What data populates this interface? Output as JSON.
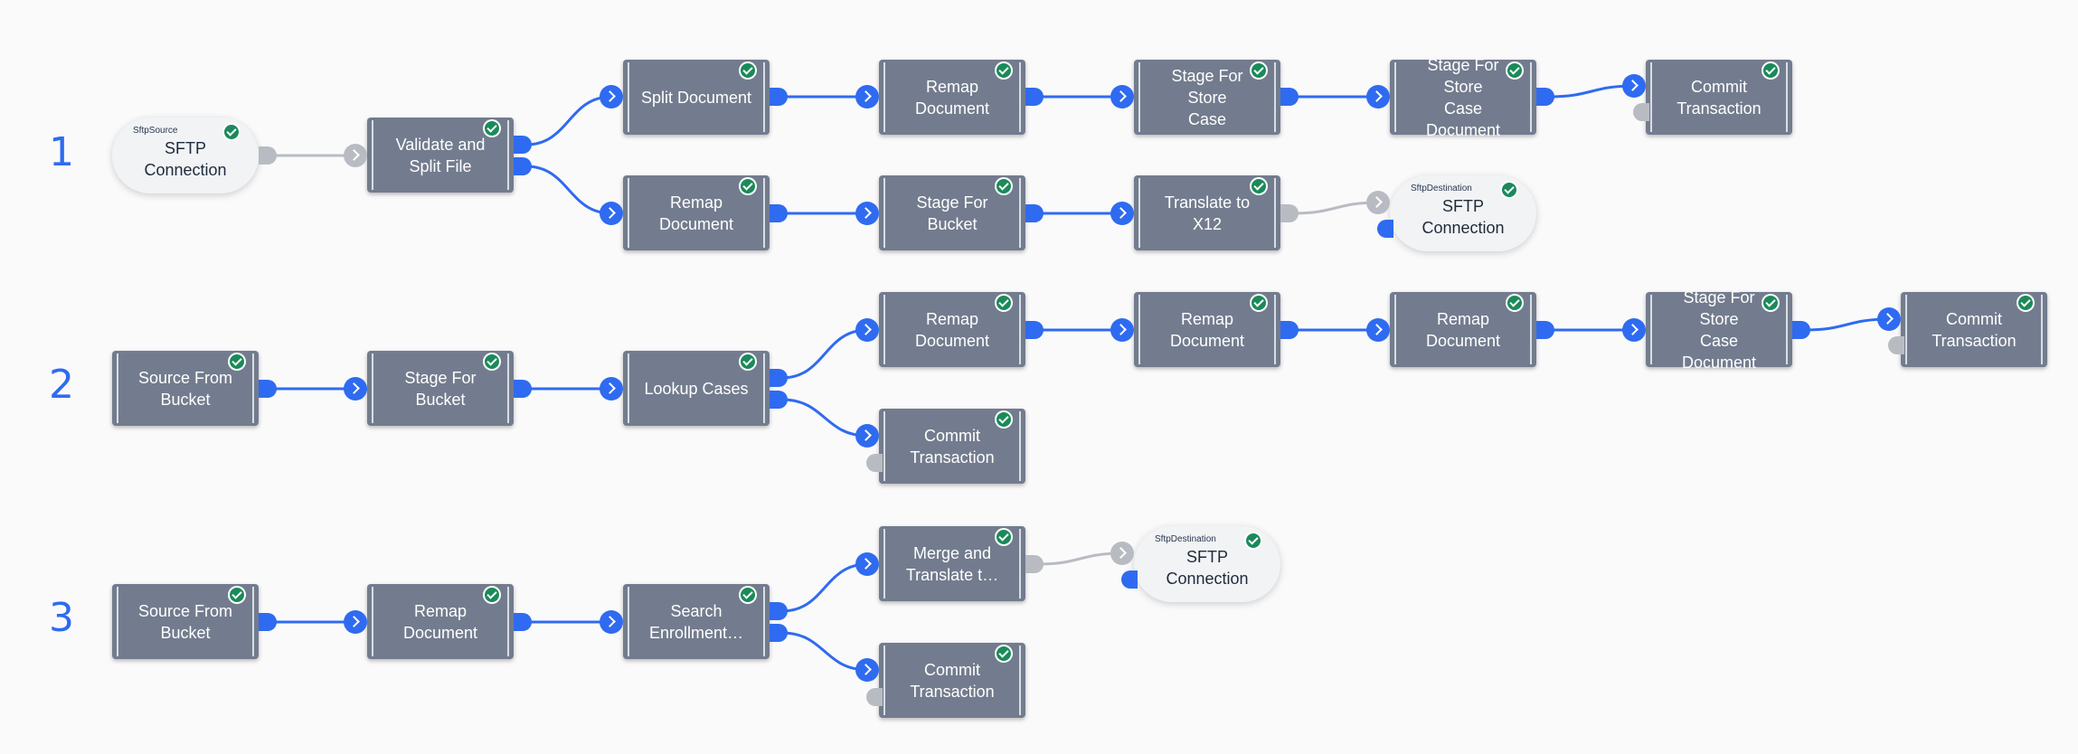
{
  "rows": [
    {
      "label": "1"
    },
    {
      "label": "2"
    },
    {
      "label": "3"
    }
  ],
  "nodes": {
    "r1_sftp_source": {
      "label": "SFTP\nConnection",
      "sub": "SftpSource"
    },
    "r1_validate": {
      "label": "Validate and\nSplit File"
    },
    "r1_split": {
      "label": "Split Document"
    },
    "r1_remap_a": {
      "label": "Remap\nDocument"
    },
    "r1_stage_store_case": {
      "label": "Stage For Store\nCase"
    },
    "r1_stage_store_case_doc": {
      "label": "Stage For Store\nCase Document"
    },
    "r1_commit": {
      "label": "Commit\nTransaction"
    },
    "r1_remap_b": {
      "label": "Remap\nDocument"
    },
    "r1_stage_bucket": {
      "label": "Stage For\nBucket"
    },
    "r1_translate": {
      "label": "Translate to\nX12"
    },
    "r1_sftp_dest": {
      "label": "SFTP\nConnection",
      "sub": "SftpDestination"
    },
    "r2_source": {
      "label": "Source From\nBucket"
    },
    "r2_stage_bucket": {
      "label": "Stage For\nBucket"
    },
    "r2_lookup": {
      "label": "Lookup Cases"
    },
    "r2_remap_a": {
      "label": "Remap\nDocument"
    },
    "r2_remap_b": {
      "label": "Remap\nDocument"
    },
    "r2_remap_c": {
      "label": "Remap\nDocument"
    },
    "r2_stage_store_case_doc": {
      "label": "Stage For Store\nCase Document"
    },
    "r2_commit_a": {
      "label": "Commit\nTransaction"
    },
    "r2_commit_b": {
      "label": "Commit\nTransaction"
    },
    "r3_source": {
      "label": "Source From\nBucket"
    },
    "r3_remap": {
      "label": "Remap\nDocument"
    },
    "r3_search": {
      "label": "Search\nEnrollment…"
    },
    "r3_merge": {
      "label": "Merge and\nTranslate t…"
    },
    "r3_sftp_dest": {
      "label": "SFTP\nConnection",
      "sub": "SftpDestination"
    },
    "r3_commit": {
      "label": "Commit\nTransaction"
    }
  },
  "colors": {
    "node_fill": "#737c8e",
    "port_active": "#2f6bf0",
    "port_inactive": "#b8bcc2",
    "status_ok": "#1b8a5a",
    "row_number": "#2f6bf0",
    "connector_fill": "#f2f3f5"
  },
  "icons": {
    "status": "check-circle-icon",
    "input_port": "chevron-right-icon"
  }
}
